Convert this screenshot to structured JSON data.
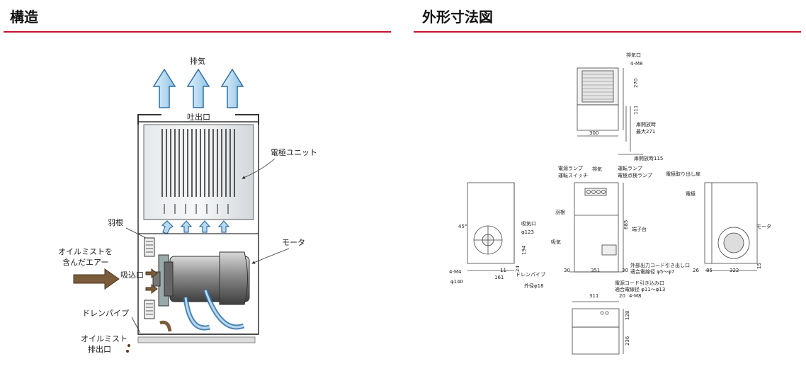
{
  "headings": {
    "left": "構造",
    "right": "外形寸法図"
  },
  "colors": {
    "accent": "#c8102e",
    "arrow_fill": "#b9d9ef",
    "arrow_stroke": "#2e6fa8",
    "intake_arrow": "#7a5c3a"
  },
  "structure": {
    "exhaust": "排気",
    "outlet": "吐出口",
    "electrode_unit": "電極ユニット",
    "fan_blade": "羽根",
    "oil_mist_air": [
      "オイルミストを",
      "含んだエアー"
    ],
    "intake": "吸込口",
    "motor": "モータ",
    "drain_pipe": "ドレンパイプ",
    "oil_mist_drain": [
      "オイルミスト",
      "排出口"
    ]
  },
  "dims": {
    "top": {
      "exhaust_port": "排気口",
      "screw": "4-M8",
      "d270": "270",
      "d111": "111",
      "d300": "300",
      "door_open_max": [
        "扉開放時",
        "最大271"
      ],
      "door_open": "扉開放時115"
    },
    "front": {
      "power_lamp": [
        "電源ランプ",
        "運転スイッチ"
      ],
      "exhaust": "排気",
      "run_lamp": [
        "運転ランプ",
        "電極点検ランプ"
      ],
      "blade": "羽根",
      "intake": "吸気",
      "terminal": "端子台",
      "d685": "685",
      "out_cord": [
        "外部出力コード引き出し口",
        "適合電線径 φ5～φ7"
      ],
      "d30a": "30",
      "d351": "351",
      "d30b": "30",
      "power_cord": [
        "電源コード引き込み口",
        "適合電線径 φ11～φ13"
      ]
    },
    "left": {
      "intake_port": "吸気口",
      "phi123": "φ123",
      "d194": "194",
      "d24": "24",
      "d11": "11",
      "d161": "161",
      "screw": "4-M4",
      "phi140": "φ140",
      "drain": "ドレンパイプ",
      "outer": "外径φ18",
      "ang45": "45°"
    },
    "right": {
      "electrode_door": "電極取り出し扉",
      "electrode": "電極",
      "motor": "モータ",
      "d26": "26",
      "d85": "85",
      "d322": "322",
      "d15": "15"
    },
    "bottom": {
      "d311": "311",
      "d20": "20",
      "screw": "4-M8",
      "d128": "128",
      "d236": "236"
    }
  }
}
